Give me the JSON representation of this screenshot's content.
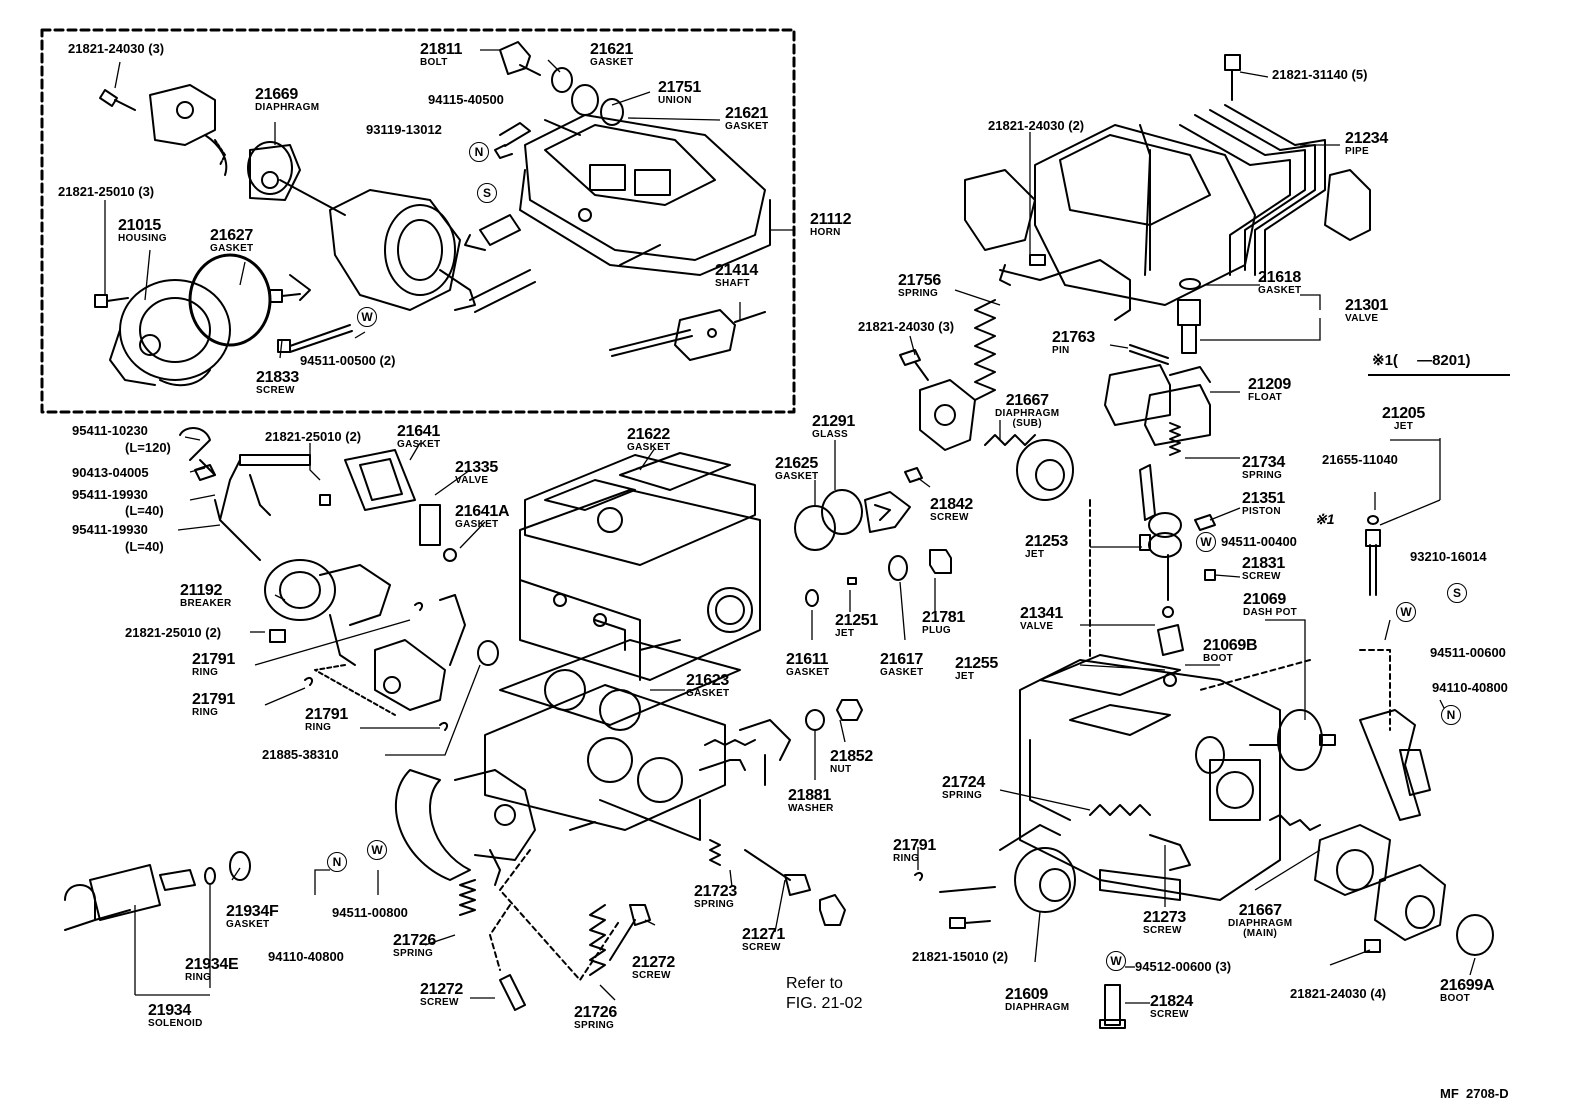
{
  "labels": {
    "p21811": {
      "number": "21811",
      "name": "BOLT"
    },
    "p21621a": {
      "number": "21621",
      "name": "GASKET"
    },
    "p21751": {
      "number": "21751",
      "name": "UNION"
    },
    "p21621b": {
      "number": "21621",
      "name": "GASKET"
    },
    "p21669": {
      "number": "21669",
      "name": "DIAPHRAGM"
    },
    "p21015": {
      "number": "21015",
      "name": "HOUSING"
    },
    "p21627": {
      "number": "21627",
      "name": "GASKET"
    },
    "p21112": {
      "number": "21112",
      "name": "HORN"
    },
    "p21414": {
      "number": "21414",
      "name": "SHAFT"
    },
    "p21833": {
      "number": "21833",
      "name": "SCREW"
    },
    "p21234": {
      "number": "21234",
      "name": "PIPE"
    },
    "p21618": {
      "number": "21618",
      "name": "GASKET"
    },
    "p21301": {
      "number": "21301",
      "name": "VALVE"
    },
    "p21756": {
      "number": "21756",
      "name": "SPRING"
    },
    "p21763": {
      "number": "21763",
      "name": "PIN"
    },
    "p21209": {
      "number": "21209",
      "name": "FLOAT"
    },
    "p21667sub": {
      "number": "21667",
      "name": "DIAPHRAGM\n(SUB)"
    },
    "p21205": {
      "number": "21205",
      "name": "JET"
    },
    "p21641": {
      "number": "21641",
      "name": "GASKET"
    },
    "p21335": {
      "number": "21335",
      "name": "VALVE"
    },
    "p21641A": {
      "number": "21641A",
      "name": "GASKET"
    },
    "p21622": {
      "number": "21622",
      "name": "GASKET"
    },
    "p21291": {
      "number": "21291",
      "name": "GLASS"
    },
    "p21625": {
      "number": "21625",
      "name": "GASKET"
    },
    "p21842": {
      "number": "21842",
      "name": "SCREW"
    },
    "p21734": {
      "number": "21734",
      "name": "SPRING"
    },
    "p21351": {
      "number": "21351",
      "name": "PISTON"
    },
    "p21253": {
      "number": "21253",
      "name": "JET"
    },
    "p21831": {
      "number": "21831",
      "name": "SCREW"
    },
    "p21192": {
      "number": "21192",
      "name": "BREAKER"
    },
    "p21781": {
      "number": "21781",
      "name": "PLUG"
    },
    "p21251": {
      "number": "21251",
      "name": "JET"
    },
    "p21341": {
      "number": "21341",
      "name": "VALVE"
    },
    "p21069": {
      "number": "21069",
      "name": "DASH POT"
    },
    "p21069B": {
      "number": "21069B",
      "name": "BOOT"
    },
    "p21255": {
      "number": "21255",
      "name": "JET"
    },
    "p21611": {
      "number": "21611",
      "name": "GASKET"
    },
    "p21617": {
      "number": "21617",
      "name": "GASKET"
    },
    "p21791a": {
      "number": "21791",
      "name": "RING"
    },
    "p21791b": {
      "number": "21791",
      "name": "RING"
    },
    "p21791c": {
      "number": "21791",
      "name": "RING"
    },
    "p21791d": {
      "number": "21791",
      "name": "RING"
    },
    "p21623": {
      "number": "21623",
      "name": "GASKET"
    },
    "p21852": {
      "number": "21852",
      "name": "NUT"
    },
    "p21881": {
      "number": "21881",
      "name": "WASHER"
    },
    "p21724": {
      "number": "21724",
      "name": "SPRING"
    },
    "p21934F": {
      "number": "21934F",
      "name": "GASKET"
    },
    "p21723": {
      "number": "21723",
      "name": "SPRING"
    },
    "p21271": {
      "number": "21271",
      "name": "SCREW"
    },
    "p21273": {
      "number": "21273",
      "name": "SCREW"
    },
    "p21667main": {
      "number": "21667",
      "name": "DIAPHRAGM\n(MAIN)"
    },
    "p21934E": {
      "number": "21934E",
      "name": "RING"
    },
    "p21726a": {
      "number": "21726",
      "name": "SPRING"
    },
    "p21272a": {
      "number": "21272",
      "name": "SCREW"
    },
    "p21272b": {
      "number": "21272",
      "name": "SCREW"
    },
    "p21726b": {
      "number": "21726",
      "name": "SPRING"
    },
    "p21934": {
      "number": "21934",
      "name": "SOLENOID"
    },
    "p21609": {
      "number": "21609",
      "name": "DIAPHRAGM"
    },
    "p21824": {
      "number": "21824",
      "name": "SCREW"
    },
    "p21699A": {
      "number": "21699A",
      "name": "BOOT"
    }
  },
  "part_refs": {
    "r_24030_3a": "21821-24030 (3)",
    "r_40500": "94115-40500",
    "r_13012": "93119-13012",
    "r_25010_3": "21821-25010 (3)",
    "r_00500_2": "94511-00500 (2)",
    "r_31140_5": "21821-31140 (5)",
    "r_24030_2": "21821-24030 (2)",
    "r_24030_3b": "21821-24030 (3)",
    "r_10230": "95411-10230",
    "r_l120": "(L=120)",
    "r_005": "90413-04005",
    "r_19930a": "95411-19930",
    "r_l40a": "(L=40)",
    "r_19930b": "95411-19930",
    "r_l40b": "(L=40)",
    "r_25010_2a": "21821-25010 (2)",
    "r_11040": "21655-11040",
    "r_00400": "94511-00400",
    "r_16014": "93210-16014",
    "r_25010_2b": "21821-25010 (2)",
    "r_00600": "94511-00600",
    "r_40800a": "94110-40800",
    "r_38310": "21885-38310",
    "r_00800": "94511-00800",
    "r_40800b": "94110-40800",
    "r_15010_2": "21821-15010 (2)",
    "r_00600_3": "94512-00600 (3)",
    "r_24030_4": "21821-24030 (4)"
  },
  "notes": {
    "applicability": "※1(　 —8201)",
    "mark1": "※1",
    "refer_line1": "Refer to",
    "refer_line2": "FIG. 21-02",
    "figure_code": "MF  2708-D"
  },
  "symbols": {
    "n": "N",
    "s": "S",
    "w": "W"
  }
}
